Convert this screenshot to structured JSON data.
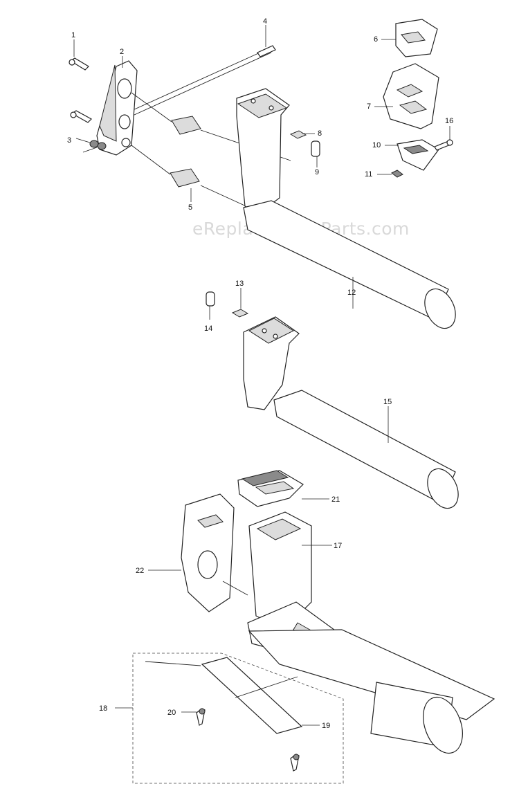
{
  "watermark": "eReplacementParts.com",
  "callouts": {
    "p1": "1",
    "p2": "2",
    "p3": "3",
    "p4": "4",
    "p5": "5",
    "p6": "6",
    "p7": "7",
    "p8": "8",
    "p9": "9",
    "p10": "10",
    "p11": "11",
    "p12": "12",
    "p13": "13",
    "p14": "14",
    "p15": "15",
    "p16": "16",
    "p17": "17",
    "p18": "18",
    "p19": "19",
    "p20": "20",
    "p21": "21",
    "p22": "22"
  }
}
